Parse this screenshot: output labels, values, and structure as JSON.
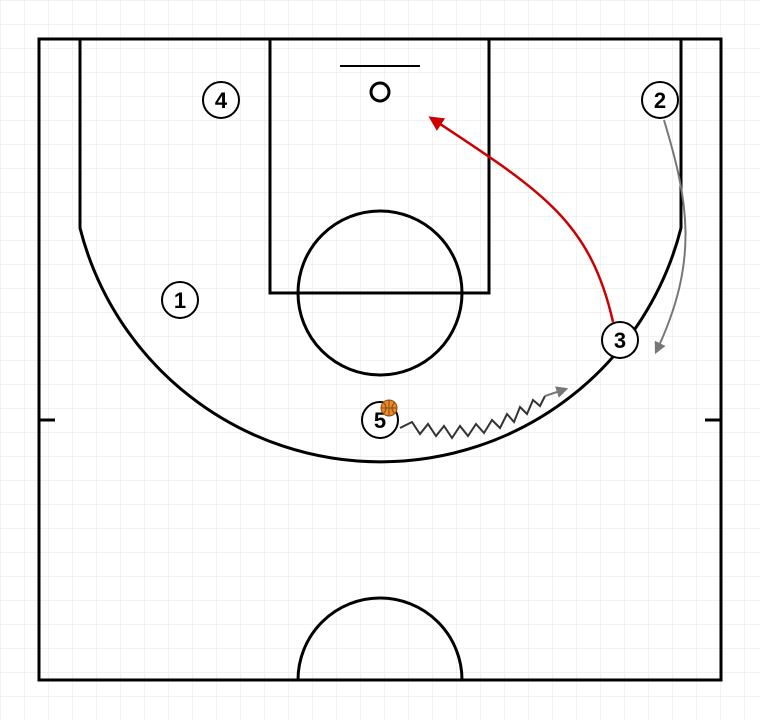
{
  "players": [
    {
      "id": "p1",
      "label": "1"
    },
    {
      "id": "p2",
      "label": "2"
    },
    {
      "id": "p3",
      "label": "3"
    },
    {
      "id": "p4",
      "label": "4"
    },
    {
      "id": "p5",
      "label": "5",
      "has_ball": true
    }
  ],
  "actions": [
    {
      "name": "cut-3-to-basket",
      "player": "3",
      "type": "cut",
      "color": "#cc0000"
    },
    {
      "name": "move-2-to-wing",
      "player": "2",
      "type": "move",
      "color": "#777777"
    },
    {
      "name": "dribble-5-to-wing",
      "player": "5",
      "type": "dribble",
      "color": "#333333"
    }
  ],
  "colors": {
    "court_lines": "#000000",
    "grid": "#e6e6e6",
    "ball": "#e8892b",
    "cut": "#cc0000",
    "move": "#777777",
    "dribble": "#333333"
  }
}
